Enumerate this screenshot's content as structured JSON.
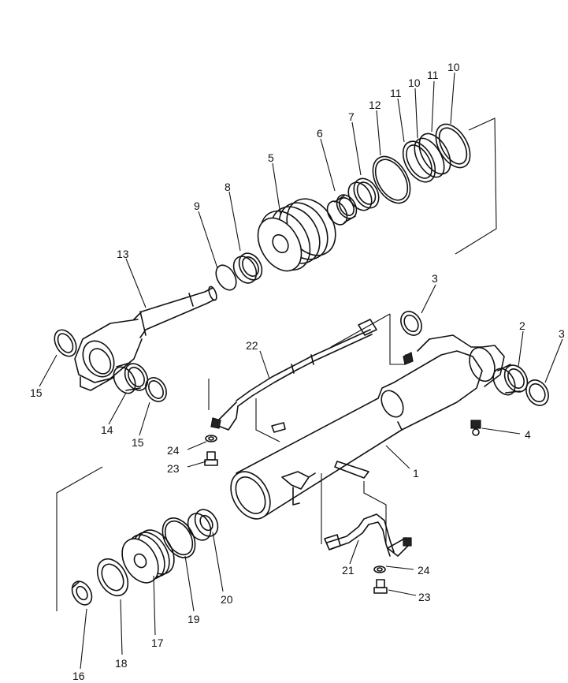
{
  "callouts": {
    "c1": "1",
    "c2": "2",
    "c3a": "3",
    "c3b": "3",
    "c4": "4",
    "c5": "5",
    "c6": "6",
    "c7": "7",
    "c8": "8",
    "c9": "9",
    "c10a": "10",
    "c10b": "10",
    "c11a": "11",
    "c11b": "11",
    "c12": "12",
    "c13": "13",
    "c14": "14",
    "c15a": "15",
    "c15b": "15",
    "c16": "16",
    "c17": "17",
    "c18": "18",
    "c19": "19",
    "c20": "20",
    "c21": "21",
    "c22": "22",
    "c23a": "23",
    "c23b": "23",
    "c24a": "24",
    "c24b": "24"
  }
}
